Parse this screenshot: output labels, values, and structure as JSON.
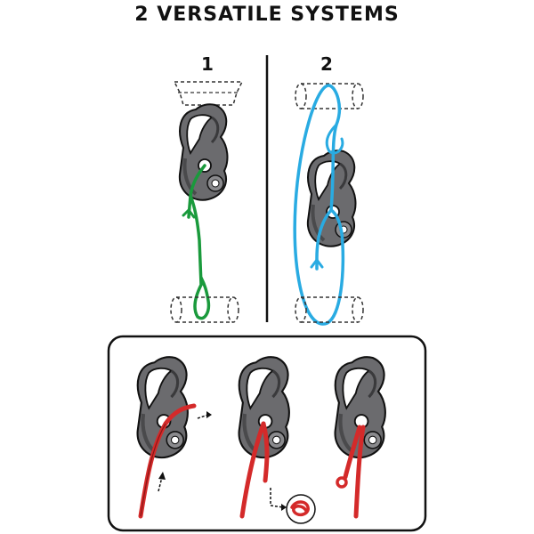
{
  "title": "2 VERSATILE SYSTEMS",
  "systems": [
    {
      "label": "1",
      "cord_color": "#1a9a3c"
    },
    {
      "label": "2",
      "cord_color": "#29abe2"
    }
  ],
  "steps_panel": {
    "steps": 3,
    "cord_color": "#d42a2a"
  },
  "colors": {
    "clip_body": "#6b6b6e",
    "clip_dark": "#3a3a3c",
    "outline": "#111111"
  }
}
